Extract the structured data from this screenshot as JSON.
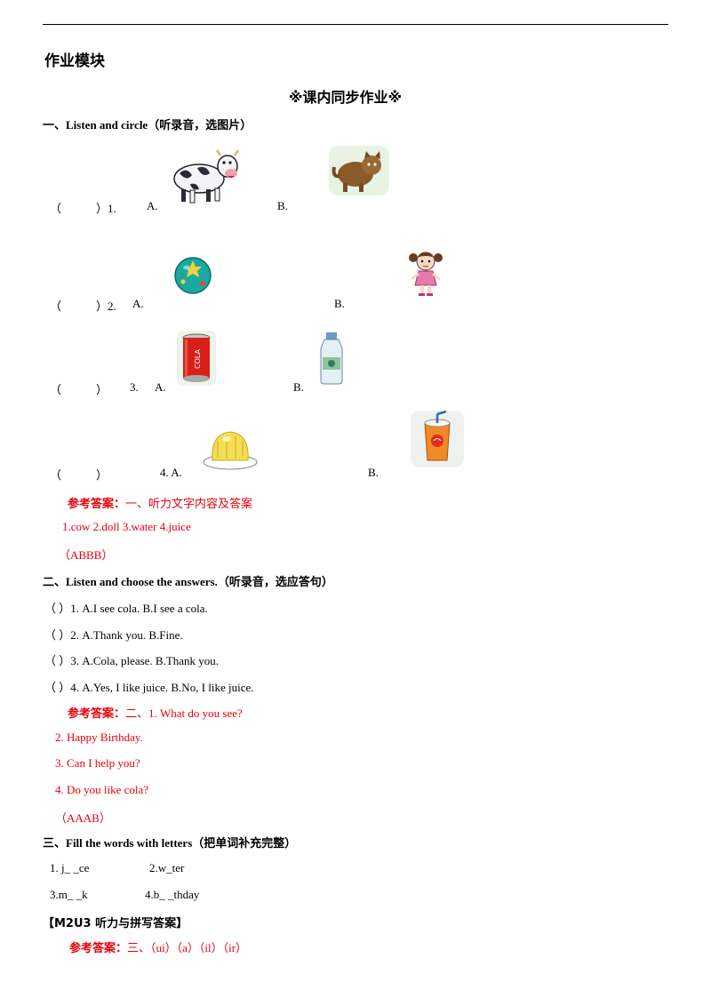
{
  "page": {
    "module_title": "作业模块",
    "center_title": "※课内同步作业※"
  },
  "section1": {
    "title": "一、Listen and circle（听录音，选图片）",
    "items": [
      {
        "paren": "（　　　）1.",
        "a": "A.",
        "b": "B.",
        "a_pic": "cow",
        "b_pic": "cat"
      },
      {
        "paren": "（　　　）2.",
        "a": "A.",
        "b": "B.",
        "a_pic": "ball",
        "b_pic": "doll"
      },
      {
        "paren": "（　　　）",
        "num": "3.",
        "a": "A.",
        "b": "B.",
        "a_pic": "cola-can",
        "b_pic": "water-bottle"
      },
      {
        "paren": "（　　　）",
        "num": "4. A.",
        "b": "B.",
        "a_pic": "jelly",
        "b_pic": "juice-cup"
      }
    ],
    "answer_label": "参考答案：",
    "answer_text": "一、听力文字内容及答案",
    "answer_line2": "1.cow  2.doll  3.water   4.juice",
    "answer_line3": "（ABBB）"
  },
  "section2": {
    "title": "二、Listen and choose the answers.（听录音，选应答句）",
    "items": [
      "（  ）1. A.I   see   cola.   B.I   see  a   cola.",
      "（  ）2.  A.Thank   you.   B.Fine.",
      "（  ）3.  A.Cola,   please.   B.Thank    you.",
      "（  ）4.  A.Yes,    I   like   juice.     B.No,    I   like   juice."
    ],
    "answer_label": "参考答案：",
    "answers": [
      "二、1.   What   do   you   see?",
      "2.    Happy   Birthday.",
      "3.    Can   I   help   you?",
      "4.    Do   you   like   cola?"
    ],
    "answer_key": "（AAAB）"
  },
  "section3": {
    "title": "三、Fill the words with letters（把单词补充完整）",
    "row1_left": "1. j_ _ce",
    "row1_right": "2.w_ter",
    "row2_left": "3.m_ _k",
    "row2_right": "4.b_ _thday"
  },
  "footer": {
    "bracket_title": "【M2U3 听力与拼写答案】",
    "answer_label": "参考答案：",
    "answer_text": "三、（ui）（a）（il）（ir）"
  },
  "colors": {
    "answer_red": "#e8000b",
    "text": "#000000"
  }
}
